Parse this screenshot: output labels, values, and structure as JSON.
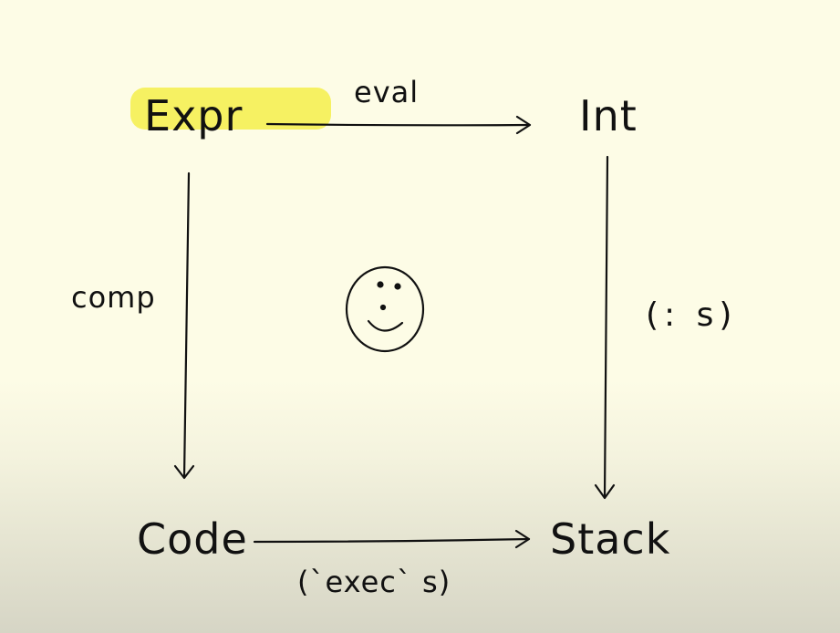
{
  "diagram": {
    "nodes": {
      "expr": "Expr",
      "int": "Int",
      "code": "Code",
      "stack": "Stack"
    },
    "edges": {
      "eval": "eval",
      "comp": "comp",
      "cons": "(: s)",
      "exec": "(`exec` s)"
    },
    "center_icon": "smiley-face-icon",
    "highlight_color": "#f5ef4a"
  }
}
